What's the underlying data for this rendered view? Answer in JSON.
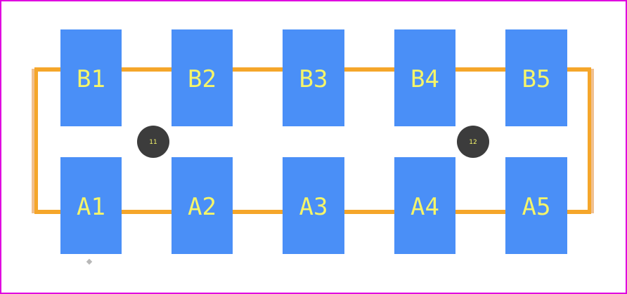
{
  "colors": {
    "pad": "#4a8ff7",
    "silkscreen": "#f5a62a",
    "courtyard": "#f0c090",
    "hole": "#3c3c3c",
    "text": "#f5f56a",
    "frame": "#e000e0",
    "origin": "#b8b8b8"
  },
  "pads_top": [
    "B1",
    "B2",
    "B3",
    "B4",
    "B5"
  ],
  "pads_bottom": [
    "A1",
    "A2",
    "A3",
    "A4",
    "A5"
  ],
  "mounting_holes": [
    "11",
    "12"
  ]
}
